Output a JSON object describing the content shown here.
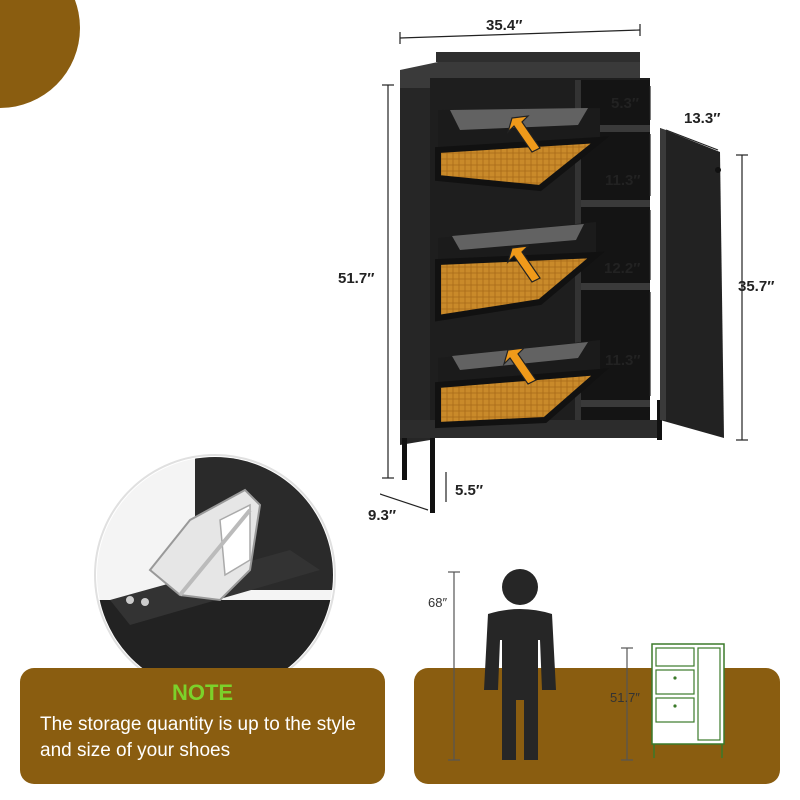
{
  "colors": {
    "accent_brown": "#8a5d10",
    "note_green": "#7cd12a",
    "cabinet_dark": "#2a2a2a",
    "rattan": "#c98a2a",
    "arrow_orange": "#f09a1a"
  },
  "dimensions": {
    "width": "35.4″",
    "depth": "13.3″",
    "height": "51.7″",
    "door_height": "35.7″",
    "shelf_top": "5.3″",
    "shelf_mid1": "11.3″",
    "shelf_mid2": "12.2″",
    "shelf_bottom": "11.3″",
    "leg_height": "5.5″",
    "drawer_depth": "9.3″"
  },
  "note": {
    "title": "NOTE",
    "text": "The storage quantity is up to the style and size of your shoes"
  },
  "scale_comparison": {
    "person_height": "68″",
    "cabinet_height": "51.7″"
  },
  "icons": [
    "up-arrow-icon",
    "person-icon",
    "cabinet-icon",
    "hinge-detail-icon"
  ]
}
